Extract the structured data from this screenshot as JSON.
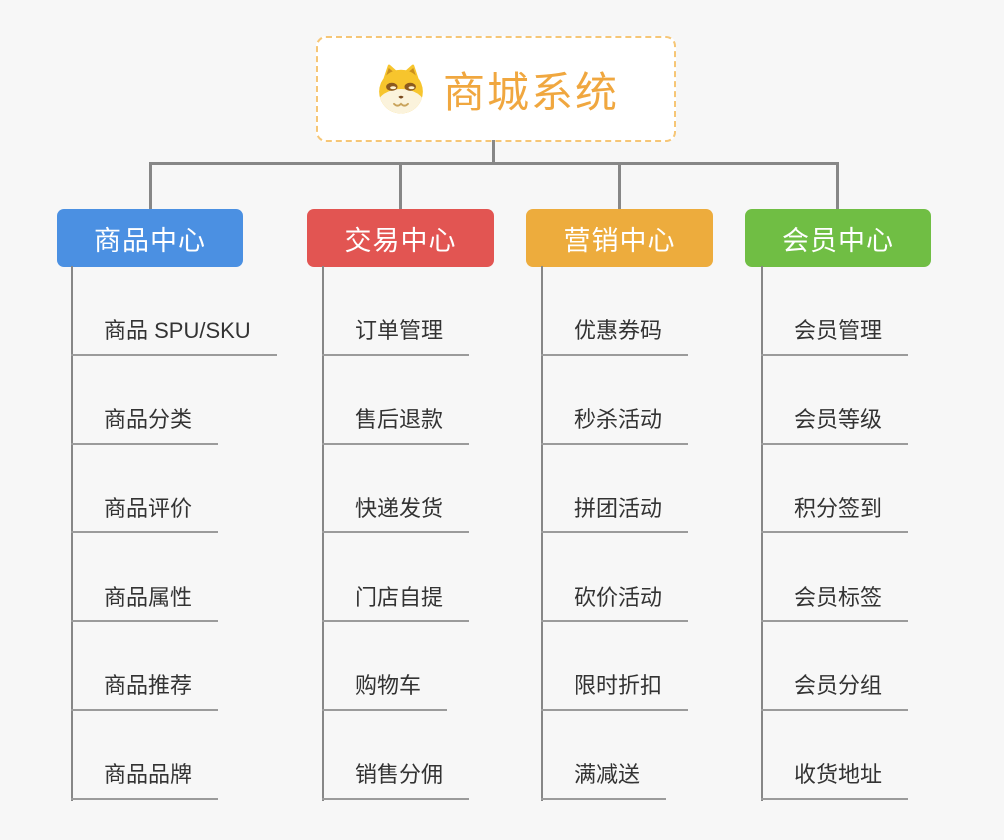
{
  "root": {
    "title": "商城系统",
    "icon": "doge-icon",
    "accent_color": "#f0a73f",
    "border_color": "#f6c676"
  },
  "branches": [
    {
      "label": "商品中心",
      "color": "#4b90e2",
      "items": [
        "商品 SPU/SKU",
        "商品分类",
        "商品评价",
        "商品属性",
        "商品推荐",
        "商品品牌"
      ]
    },
    {
      "label": "交易中心",
      "color": "#e25552",
      "items": [
        "订单管理",
        "售后退款",
        "快递发货",
        "门店自提",
        "购物车",
        "销售分佣"
      ]
    },
    {
      "label": "营销中心",
      "color": "#edac3d",
      "items": [
        "优惠券码",
        "秒杀活动",
        "拼团活动",
        "砍价活动",
        "限时折扣",
        "满减送"
      ]
    },
    {
      "label": "会员中心",
      "color": "#70be44",
      "items": [
        "会员管理",
        "会员等级",
        "积分签到",
        "会员标签",
        "会员分组",
        "收货地址"
      ]
    }
  ],
  "colors": {
    "background": "#f7f7f7",
    "connector": "#878787",
    "underline": "#9b9b9b",
    "leaf_text": "#333333",
    "node_text": "#ffffff"
  }
}
